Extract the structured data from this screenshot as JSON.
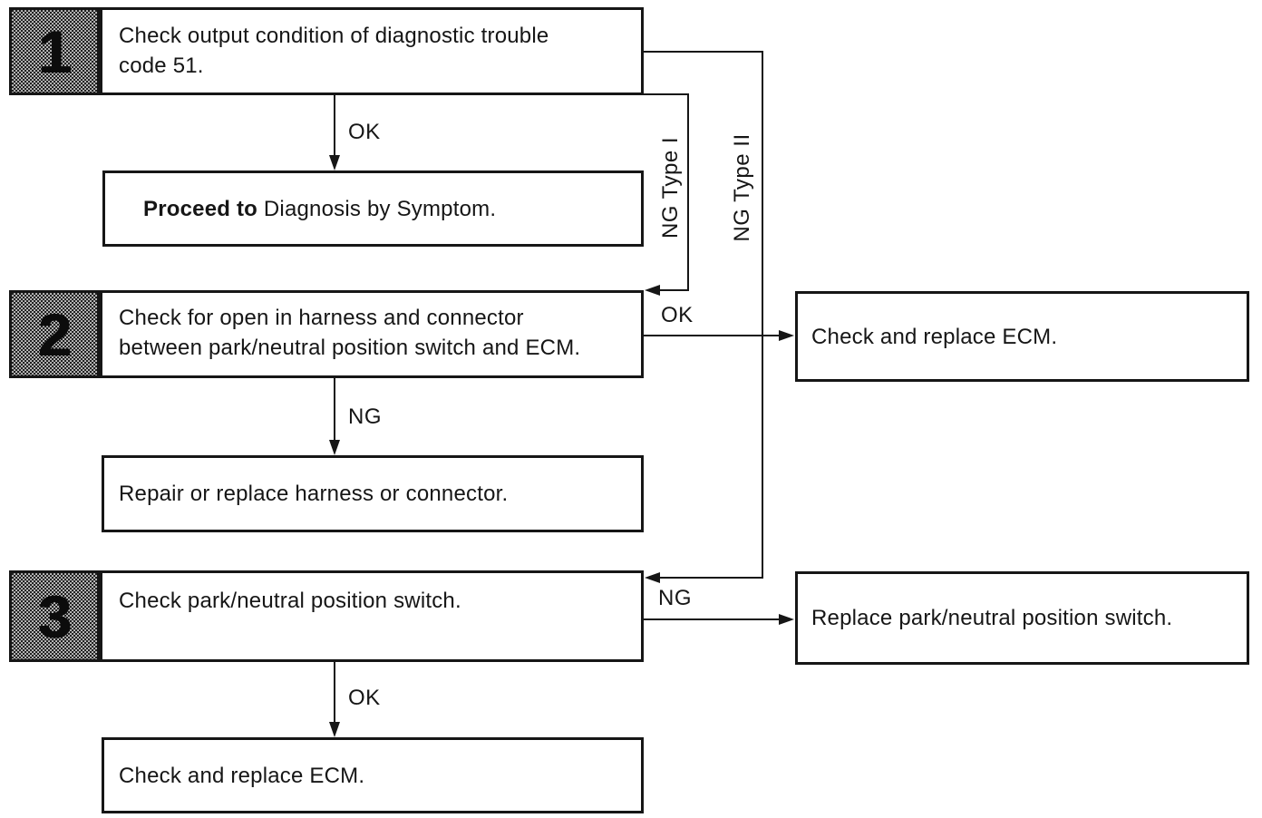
{
  "flowchart": {
    "steps": [
      {
        "number": "1",
        "lines": [
          "Check output condition of diagnostic trouble",
          "code 51."
        ]
      },
      {
        "number": "2",
        "lines": [
          "Check for open in harness and connector",
          "between park/neutral position switch and ECM."
        ]
      },
      {
        "number": "3",
        "lines": [
          "Check park/neutral position switch."
        ]
      }
    ],
    "result_boxes": {
      "proceed_bold_part": "Proceed to",
      "proceed_normal_part": " Diagnosis by Symptom.",
      "repair_harness": "Repair or replace harness or connector.",
      "check_replace_ecm_bottom": "Check and replace ECM.",
      "check_replace_ecm_right": "Check and replace ECM.",
      "replace_switch": "Replace park/neutral position switch."
    },
    "edge_labels": {
      "step1_ok": "OK",
      "step2_ng": "NG",
      "step2_ok": "OK",
      "step3_ok": "OK",
      "step3_ng": "NG",
      "ng_type_1": "NG Type I",
      "ng_type_2": "NG Type II"
    },
    "colors": {
      "ink": "#161616",
      "paper": "#ffffff",
      "tab_fill": "#c4c4c4"
    }
  }
}
